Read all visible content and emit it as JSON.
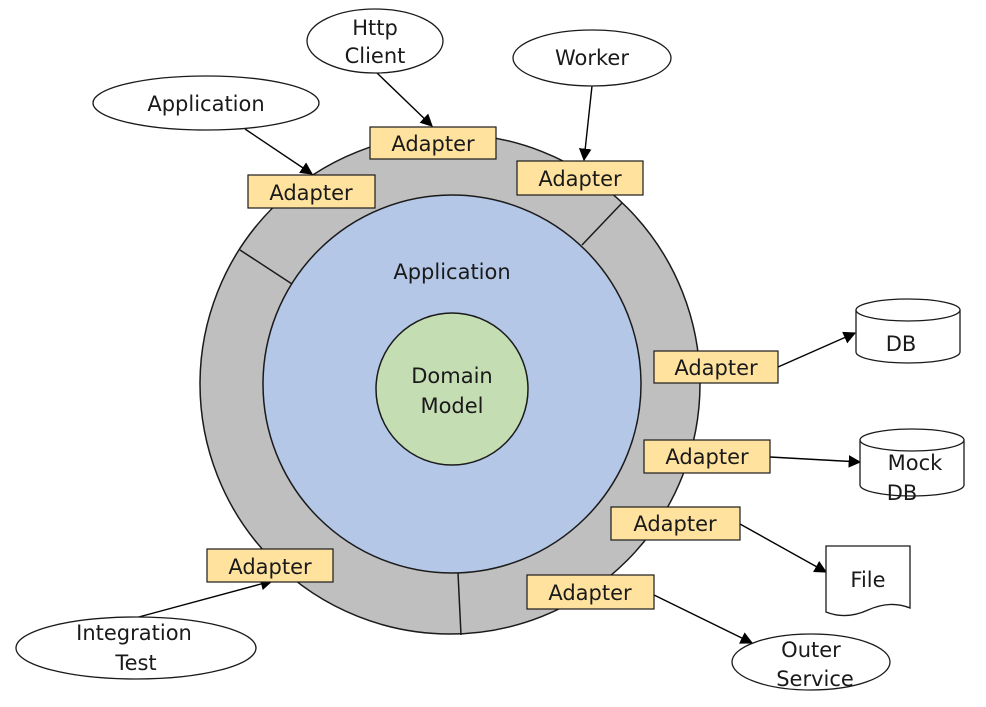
{
  "rings": {
    "outer_fill": "#BFBFBF",
    "middle_label": "Application",
    "middle_fill": "#B4C7E7",
    "core_label_line1": "Domain",
    "core_label_line2": "Model",
    "core_fill": "#C5DDB3"
  },
  "adapter_color": "#FFE29E",
  "adapters": {
    "http": "Adapter",
    "app": "Adapter",
    "worker": "Adapter",
    "db": "Adapter",
    "mockdb": "Adapter",
    "file": "Adapter",
    "outer": "Adapter",
    "test": "Adapter"
  },
  "nodes": {
    "http_client_line1": "Http",
    "http_client_line2": "Client",
    "application": "Application",
    "worker": "Worker",
    "db": "DB",
    "mock_db_line1": "Mock",
    "mock_db_line2": "DB",
    "file": "File",
    "outer_service_line1": "Outer",
    "outer_service_line2": "Service",
    "integration_test_line1": "Integration",
    "integration_test_line2": "Test"
  }
}
